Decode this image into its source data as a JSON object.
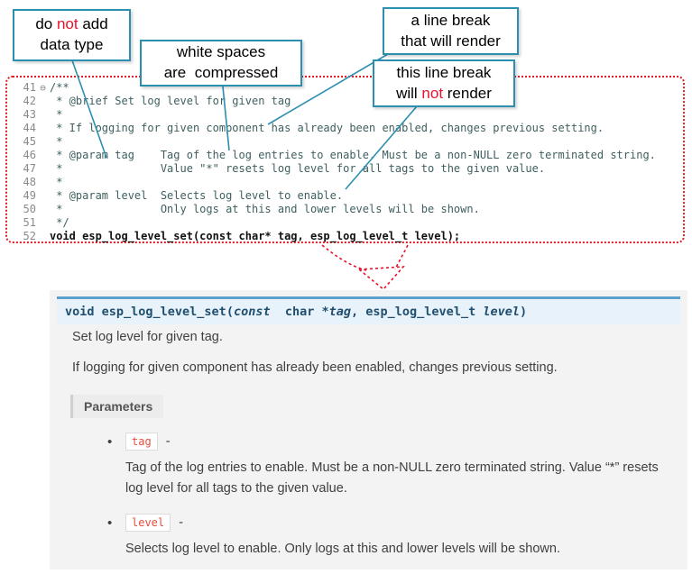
{
  "colors": {
    "callout_border": "#2d8fb0",
    "annotation_red": "#e8112d",
    "connector_teal": "#2d8fb0",
    "code_box_border": "#e01b24",
    "signature_bg": "#e7f2fa",
    "signature_border": "#5ca0cc",
    "signature_text": "#1f4e6e",
    "doc_panel_bg": "#f3f3f3",
    "literal_red": "#e74c3c",
    "comment_color": "#3f5f5f"
  },
  "callouts": [
    {
      "id": "no-datatype",
      "lines": [
        [
          {
            "t": "do "
          },
          {
            "t": "not"
          },
          {
            "t": " add"
          }
        ],
        [
          {
            "t": "data type"
          }
        ]
      ]
    },
    {
      "id": "whitespace-compressed",
      "lines": [
        [
          {
            "t": "white spaces"
          }
        ],
        [
          {
            "t": "are  compressed"
          }
        ]
      ]
    },
    {
      "id": "linebreak-renders",
      "lines": [
        [
          {
            "t": "a line break"
          }
        ],
        [
          {
            "t": "that will render"
          }
        ]
      ]
    },
    {
      "id": "linebreak-not-render",
      "lines": [
        [
          {
            "t": "this line break"
          }
        ],
        [
          {
            "t": "will "
          },
          {
            "t": "not"
          },
          {
            "t": " render"
          }
        ]
      ]
    }
  ],
  "code": {
    "lines": [
      {
        "num": "41",
        "fold": "⊖",
        "text": "/**"
      },
      {
        "num": "42",
        "text": " * @brief Set log level for given tag"
      },
      {
        "num": "43",
        "text": " *"
      },
      {
        "num": "44",
        "text": " * If logging for given component has already been enabled, changes previous setting."
      },
      {
        "num": "45",
        "text": " *"
      },
      {
        "num": "46",
        "text": " * @param tag    Tag of the log entries to enable. Must be a non-NULL zero terminated string."
      },
      {
        "num": "47",
        "text": " *               Value \"*\" resets log level for all tags to the given value."
      },
      {
        "num": "48",
        "text": " *"
      },
      {
        "num": "49",
        "text": " * @param level  Selects log level to enable."
      },
      {
        "num": "50",
        "text": " *               Only logs at this and lower levels will be shown."
      },
      {
        "num": "51",
        "text": " */"
      },
      {
        "num": "52",
        "text": "void esp_log_level_set(const char* tag, esp_log_level_t level);"
      }
    ]
  },
  "doc": {
    "signature": [
      {
        "t": "void "
      },
      {
        "t": "esp_log_level_set"
      },
      {
        "t": "("
      },
      {
        "t": "const"
      },
      {
        "t": "  char *"
      },
      {
        "t": "tag"
      },
      {
        "t": ", "
      },
      {
        "t": "esp_log_level_t "
      },
      {
        "t": "level"
      },
      {
        "t": ")"
      }
    ],
    "para1": "Set log level for given tag.",
    "para2": "If logging for given component has already been enabled, changes previous setting.",
    "params_label": "Parameters",
    "bullet": "•",
    "sep": "-",
    "params": [
      {
        "name": "tag",
        "desc": "Tag of the log entries to enable. Must be a non-NULL zero terminated string. Value “*” resets log level for all tags to the given value."
      },
      {
        "name": "level",
        "desc": "Selects log level to enable. Only logs at this and lower levels will be shown."
      }
    ]
  }
}
